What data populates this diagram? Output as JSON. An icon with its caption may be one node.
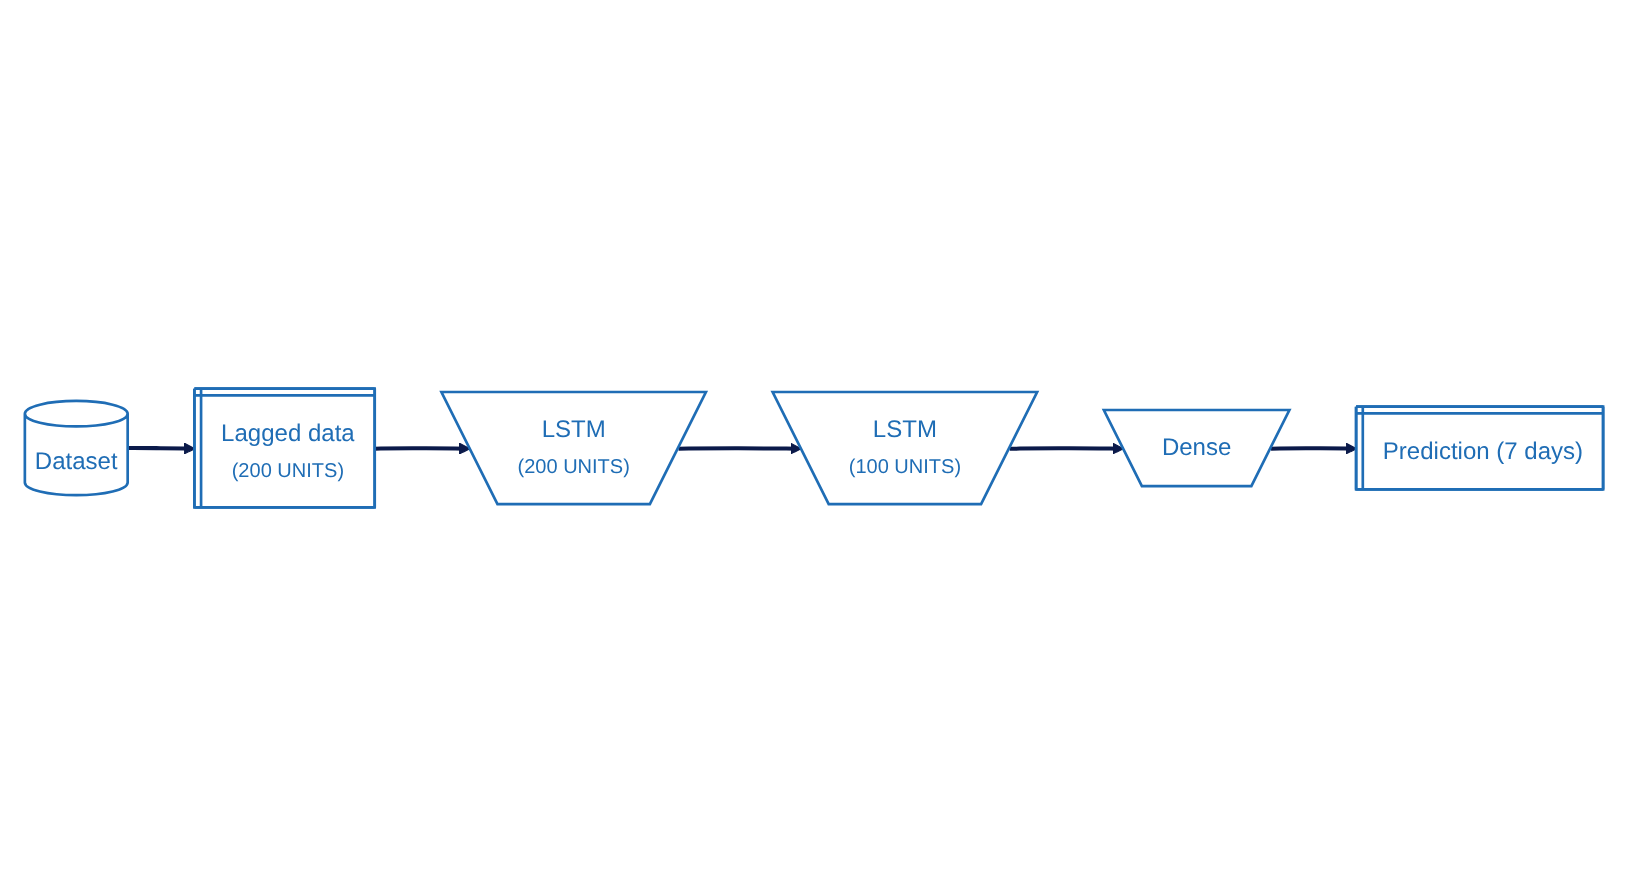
{
  "diagram": {
    "nodes": [
      {
        "text": [
          "Dataset"
        ]
      },
      {
        "text": [
          "Lagged data",
          "(200 UNITS)"
        ]
      },
      {
        "text": [
          "LSTM",
          "(200 UNITS)"
        ]
      },
      {
        "text": [
          "LSTM",
          "(100 UNITS)"
        ]
      },
      {
        "text": [
          "Dense"
        ]
      },
      {
        "text": [
          "Prediction (7 days)"
        ]
      }
    ],
    "edges": [
      {
        "from": 0,
        "to": 1,
        "arrow": "to"
      },
      {
        "from": 1,
        "to": 2,
        "arrow": "to"
      },
      {
        "from": 2,
        "to": 3,
        "arrow": "to"
      },
      {
        "from": 3,
        "to": 4,
        "arrow": "to"
      },
      {
        "from": 4,
        "to": 5,
        "arrow": "to"
      }
    ]
  }
}
